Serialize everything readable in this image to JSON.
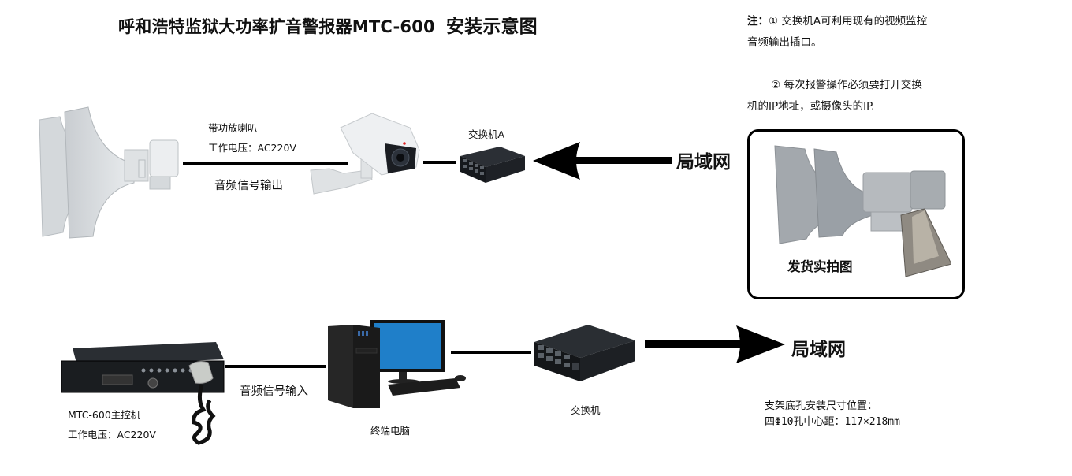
{
  "title": {
    "main": "呼和浩特监狱大功率扩音警报器MTC-600",
    "sub": "安装示意图"
  },
  "notes": {
    "prefix": "注：",
    "item1_line1": "① 交换机A可利用现有的视频监控",
    "item1_line2": "音频输出插口。",
    "item2_line1": "② 每次报警操作必须要打开交换",
    "item2_line2": "机的IP地址，或摄像头的IP."
  },
  "top_row": {
    "speaker_label": "带功放喇叭",
    "speaker_voltage": "工作电压：AC220V",
    "audio_out_label": "音频信号输出",
    "switch_a_label": "交换机A",
    "lan_label": "局域网",
    "arrow_direction": "left"
  },
  "photo": {
    "caption": "发货实拍图"
  },
  "bottom_row": {
    "controller_label": "MTC-600主控机",
    "controller_voltage": "工作电压：AC220V",
    "audio_in_label": "音频信号输入",
    "pc_label": "终端电脑",
    "switch_label": "交换机",
    "lan_label": "局域网",
    "arrow_direction": "right"
  },
  "mounting": {
    "line1": "支架底孔安装尺寸位置：",
    "line2": "四Φ10孔中心距：117×218mm"
  }
}
